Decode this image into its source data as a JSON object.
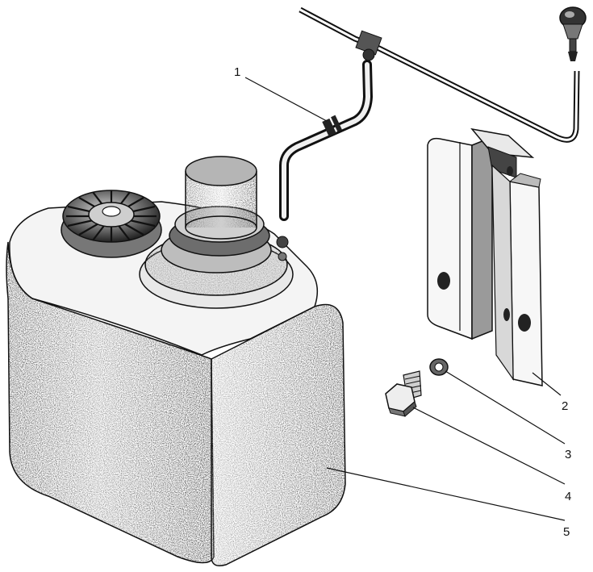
{
  "diagram": {
    "callouts": [
      {
        "id": "1",
        "label": "1"
      },
      {
        "id": "2",
        "label": "2"
      },
      {
        "id": "3",
        "label": "3"
      },
      {
        "id": "4",
        "label": "4"
      },
      {
        "id": "5",
        "label": "5"
      }
    ]
  },
  "colors": {
    "ink": "#111111",
    "paper": "#ffffff"
  }
}
